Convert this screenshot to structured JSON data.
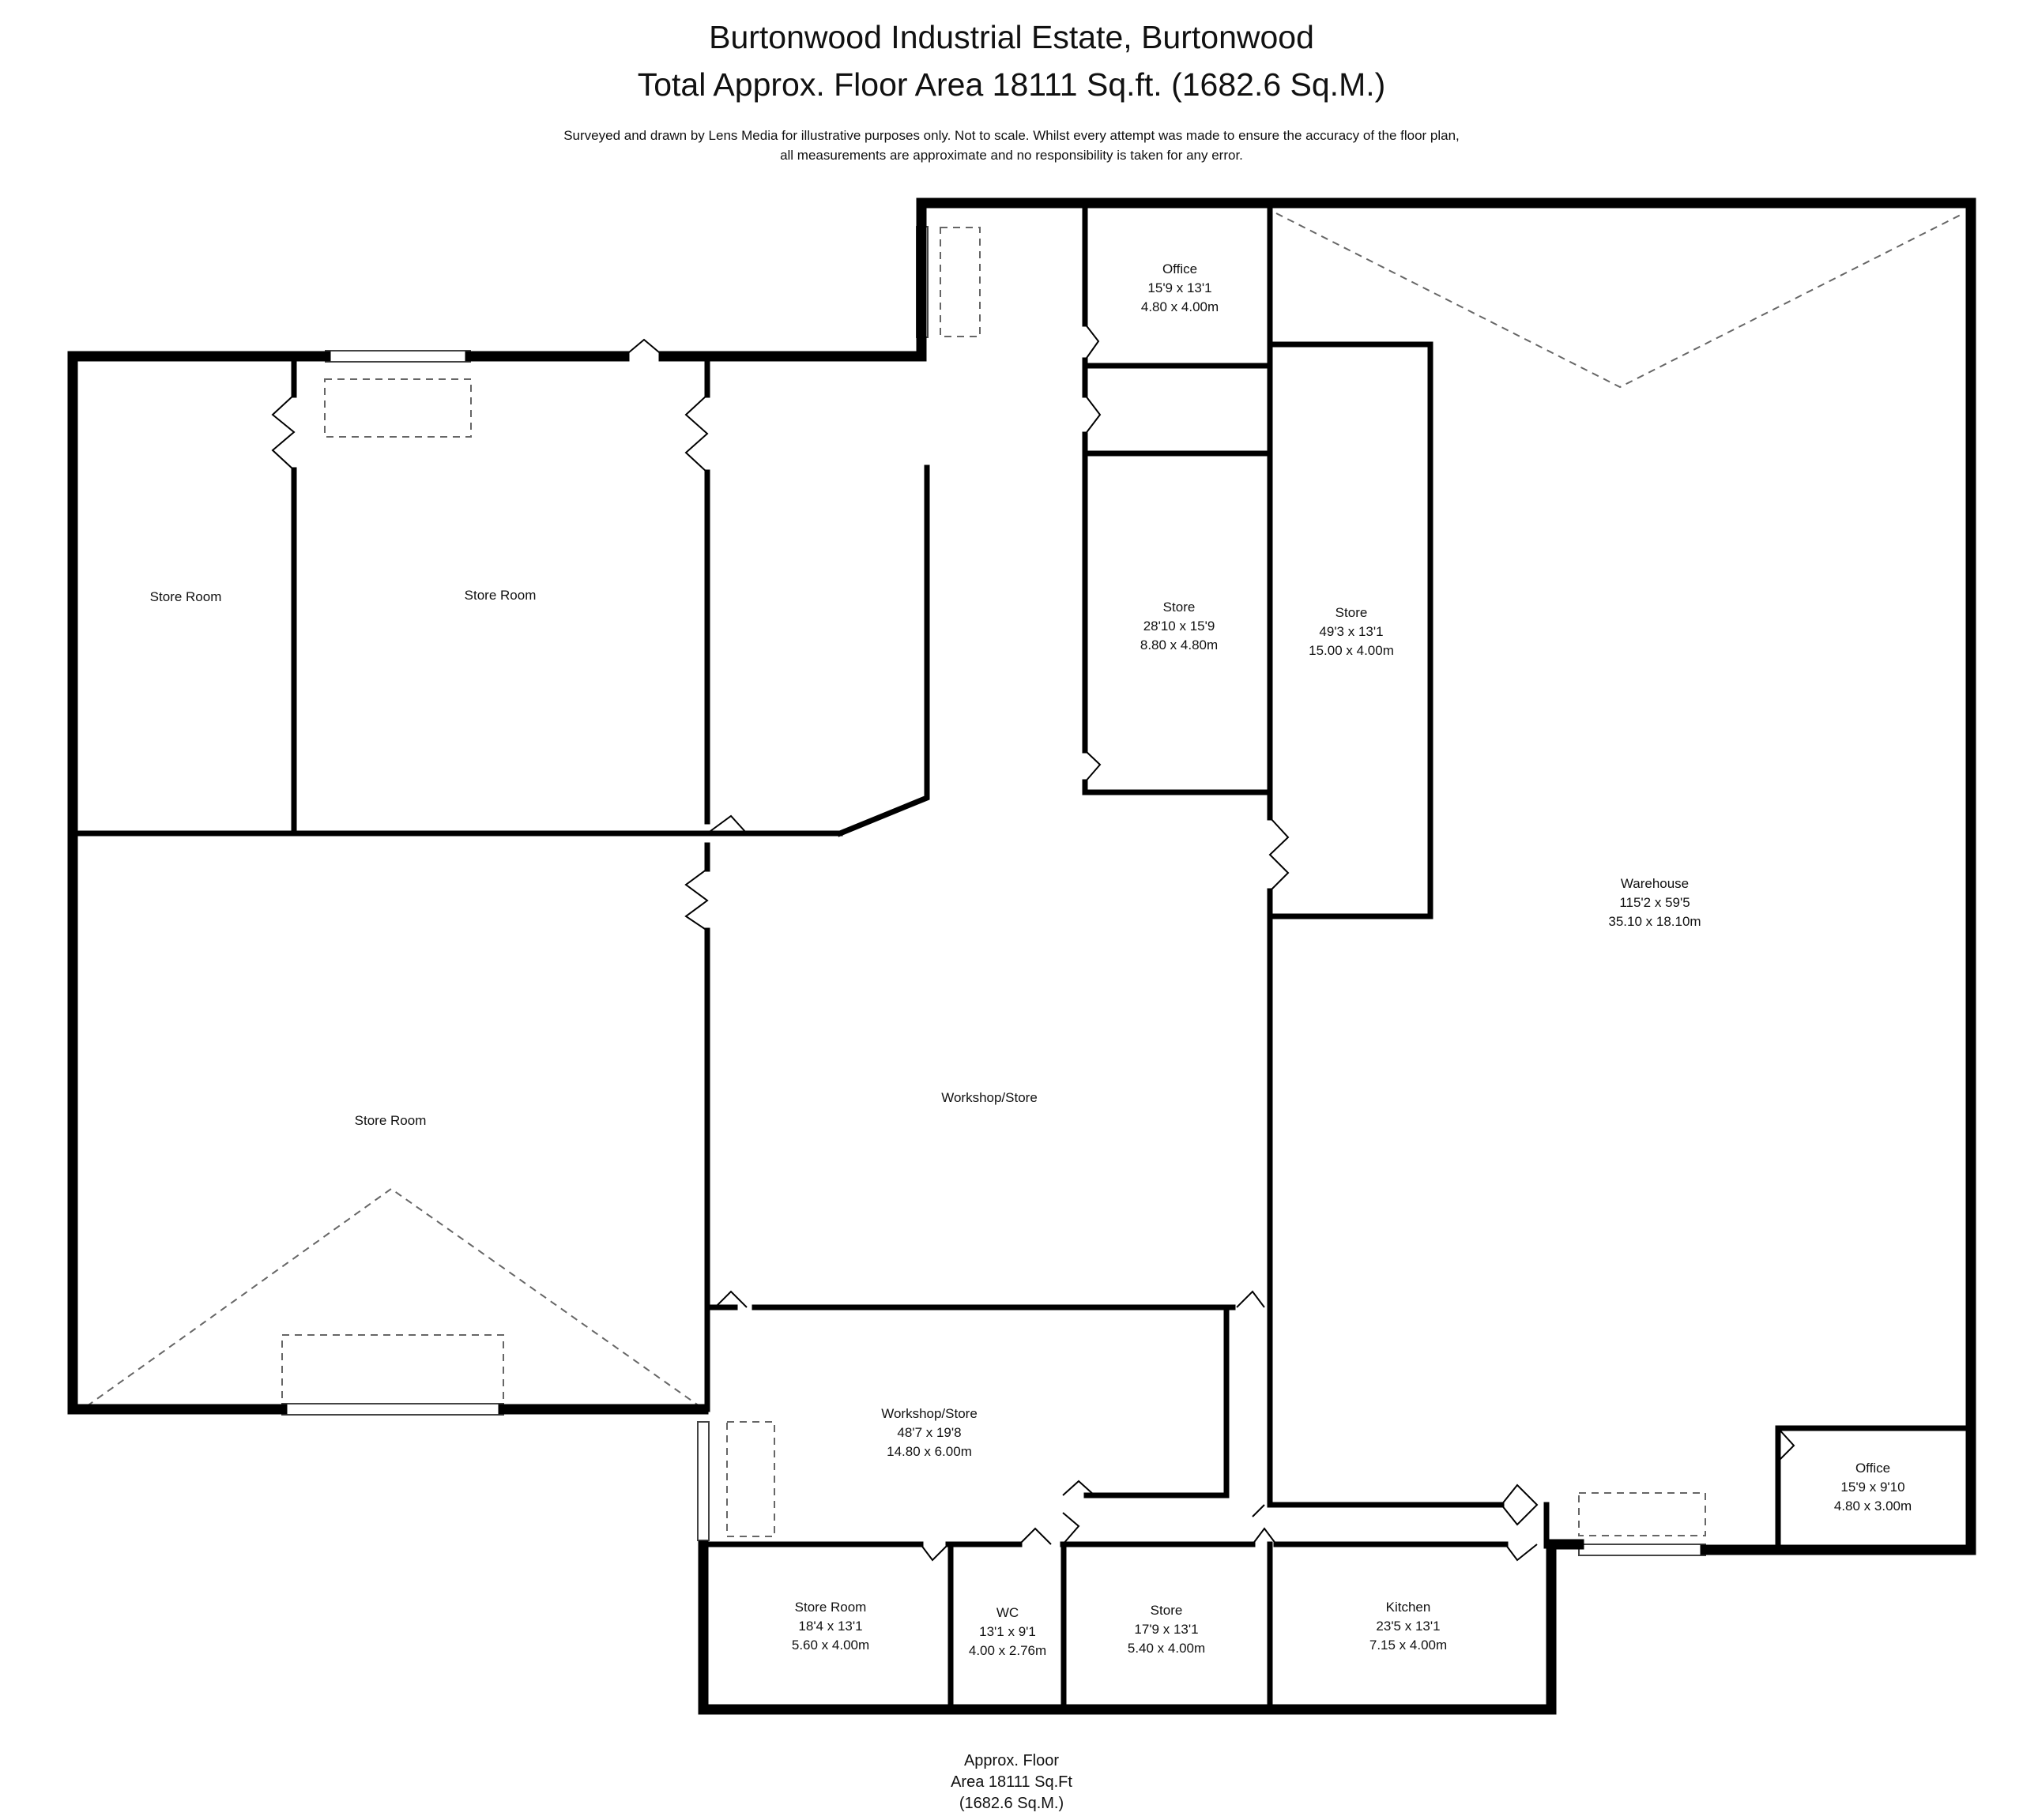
{
  "header": {
    "title": "Burtonwood Industrial Estate, Burtonwood",
    "subtitle": "Total Approx. Floor Area 18111 Sq.ft. (1682.6 Sq.M.)",
    "disclaimer_line1": "Surveyed and drawn by Lens Media for illustrative purposes only. Not to scale. Whilst every attempt was made to ensure the accuracy of the floor plan,",
    "disclaimer_line2": "all measurements are approximate and no responsibility is taken for any error."
  },
  "rooms": {
    "office_top": {
      "name": "Office",
      "imperial": "15'9 x 13'1",
      "metric": "4.80 x 4.00m"
    },
    "store_room_left": {
      "name": "Store Room"
    },
    "store_room_mid": {
      "name": "Store Room"
    },
    "store_middle": {
      "name": "Store",
      "imperial": "28'10 x 15'9",
      "metric": "8.80 x 4.80m"
    },
    "store_tall": {
      "name": "Store",
      "imperial": "49'3 x 13'1",
      "metric": "15.00 x 4.00m"
    },
    "warehouse": {
      "name": "Warehouse",
      "imperial": "115'2 x 59'5",
      "metric": "35.10 x 18.10m"
    },
    "store_room_large": {
      "name": "Store Room"
    },
    "workshop_store_main": {
      "name": "Workshop/Store"
    },
    "workshop_store_lower": {
      "name": "Workshop/Store",
      "imperial": "48'7 x 19'8",
      "metric": "14.80 x 6.00m"
    },
    "office_bottom": {
      "name": "Office",
      "imperial": "15'9 x 9'10",
      "metric": "4.80 x 3.00m"
    },
    "store_room_bottom": {
      "name": "Store Room",
      "imperial": "18'4 x 13'1",
      "metric": "5.60 x 4.00m"
    },
    "wc": {
      "name": "WC",
      "imperial": "13'1 x 9'1",
      "metric": "4.00 x 2.76m"
    },
    "store_bottom": {
      "name": "Store",
      "imperial": "17'9 x 13'1",
      "metric": "5.40 x 4.00m"
    },
    "kitchen": {
      "name": "Kitchen",
      "imperial": "23'5 x 13'1",
      "metric": "7.15 x 4.00m"
    }
  },
  "footer": {
    "line1": "Approx. Floor",
    "line2": "Area 18111 Sq.Ft",
    "line3": "(1682.6 Sq.M.)"
  }
}
